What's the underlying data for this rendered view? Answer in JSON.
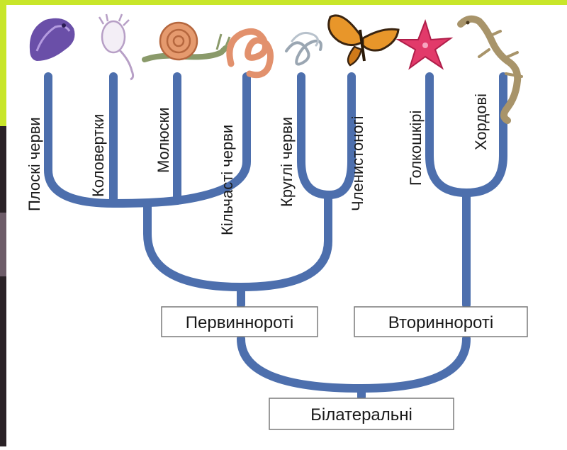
{
  "taxa": [
    {
      "id": "flatworms",
      "label": "Плоскі черви",
      "icon": "flatworm-icon"
    },
    {
      "id": "rotifers",
      "label": "Коловертки",
      "icon": "rotifer-icon"
    },
    {
      "id": "molluscs",
      "label": "Молюски",
      "icon": "snail-icon"
    },
    {
      "id": "annelids",
      "label": "Кільчасті черви",
      "icon": "earthworm-icon"
    },
    {
      "id": "nematodes",
      "label": "Круглі черви",
      "icon": "roundworm-icon"
    },
    {
      "id": "arthropods",
      "label": "Членистоногі",
      "icon": "butterfly-icon"
    },
    {
      "id": "echinoderms",
      "label": "Голкошкірі",
      "icon": "starfish-icon"
    },
    {
      "id": "chordates",
      "label": "Хордові",
      "icon": "lizard-icon"
    }
  ],
  "groups": {
    "protostomes": "Первинноротi",
    "deuterostomes": "Вториннороті",
    "bilaterians": "Білатеральні"
  },
  "colors": {
    "branch": "#4d6fad",
    "accent": "#c8e62a",
    "label_text": "#1a1a1a",
    "box_border": "#7a7a7a"
  }
}
